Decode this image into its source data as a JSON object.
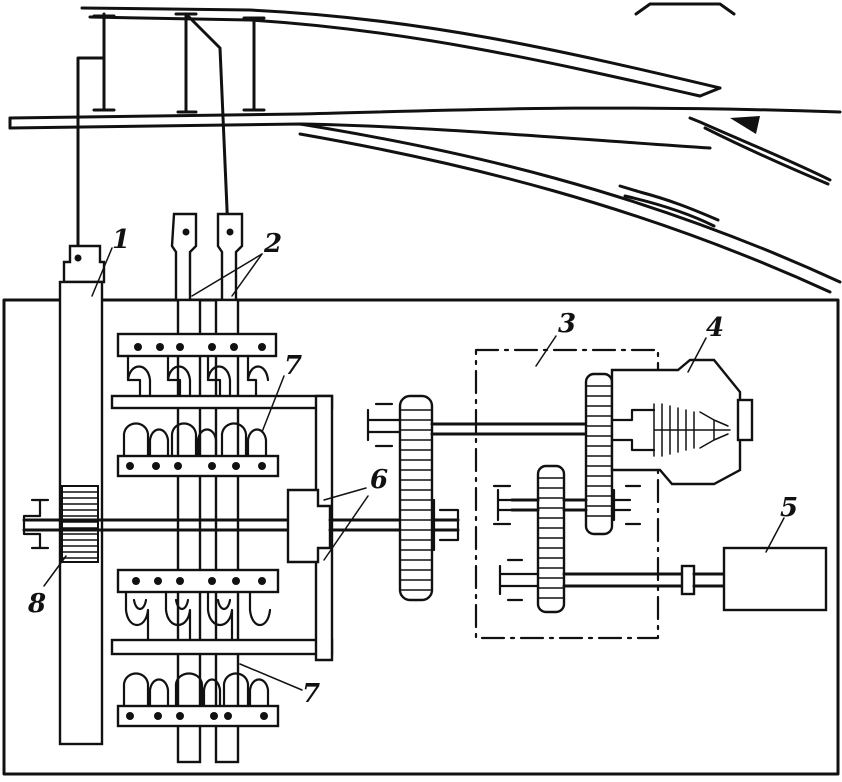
{
  "labels": {
    "l1": "1",
    "l2": "2",
    "l3": "3",
    "l4": "4",
    "l5": "5",
    "l6": "6",
    "l7a": "7",
    "l7b": "7",
    "l8": "8"
  }
}
